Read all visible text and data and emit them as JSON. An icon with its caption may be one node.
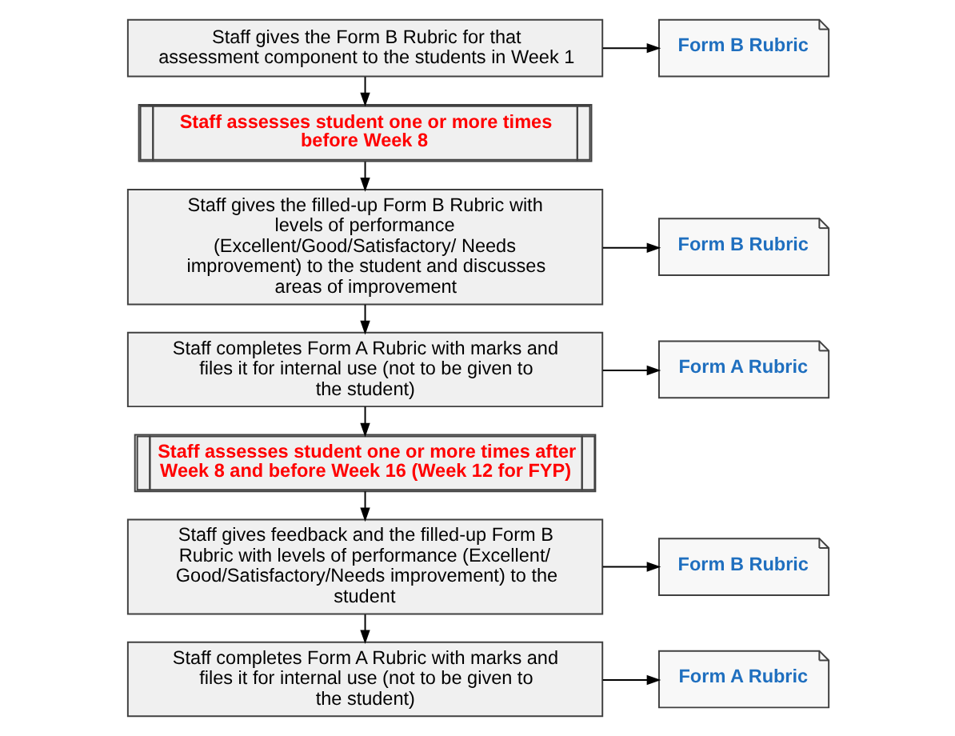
{
  "diagram": {
    "nodes": [
      {
        "text": [
          "Staff gives the Form B Rubric for that assessment component to the students in Week 1"
        ]
      },
      {
        "text": [
          "Form B Rubric"
        ]
      },
      {
        "text": [
          "Staff assesses student one or more times before Week 8"
        ]
      },
      {
        "text": [
          "Staff gives the filled-up Form B Rubric with levels of performance (Excellent/Good/Satisfactory/ Needs improvement) to the student and discusses areas of improvement"
        ]
      },
      {
        "text": [
          "Form B Rubric"
        ]
      },
      {
        "text": [
          "Staff completes Form A Rubric with marks and files it for internal use (not to be given to the student)"
        ]
      },
      {
        "text": [
          "Form A Rubric"
        ]
      },
      {
        "text": [
          "Staff assesses student one or more times after Week 8 and before Week 16 (Week 12 for FYP)"
        ]
      },
      {
        "text": [
          "Staff gives feedback and the filled-up Form B Rubric with levels of performance (Excellent/ Good/Satisfactory/Needs improvement) to the student"
        ]
      },
      {
        "text": [
          "Form B Rubric"
        ]
      },
      {
        "text": [
          "Staff completes Form A Rubric with marks and files it for internal use (not to be given to the student)"
        ]
      },
      {
        "text": [
          "Form A Rubric"
        ]
      }
    ],
    "edges": [
      {
        "from": 0,
        "to": 1,
        "arrow": "to"
      },
      {
        "from": 0,
        "to": 2,
        "arrow": "to"
      },
      {
        "from": 2,
        "to": 3,
        "arrow": "to"
      },
      {
        "from": 3,
        "to": 4,
        "arrow": "to"
      },
      {
        "from": 3,
        "to": 5,
        "arrow": "to"
      },
      {
        "from": 5,
        "to": 6,
        "arrow": "to"
      },
      {
        "from": 5,
        "to": 7,
        "arrow": "to"
      },
      {
        "from": 7,
        "to": 8,
        "arrow": "to"
      },
      {
        "from": 8,
        "to": 9,
        "arrow": "to"
      },
      {
        "from": 8,
        "to": 10,
        "arrow": "to"
      },
      {
        "from": 10,
        "to": 11,
        "arrow": "to"
      }
    ]
  }
}
